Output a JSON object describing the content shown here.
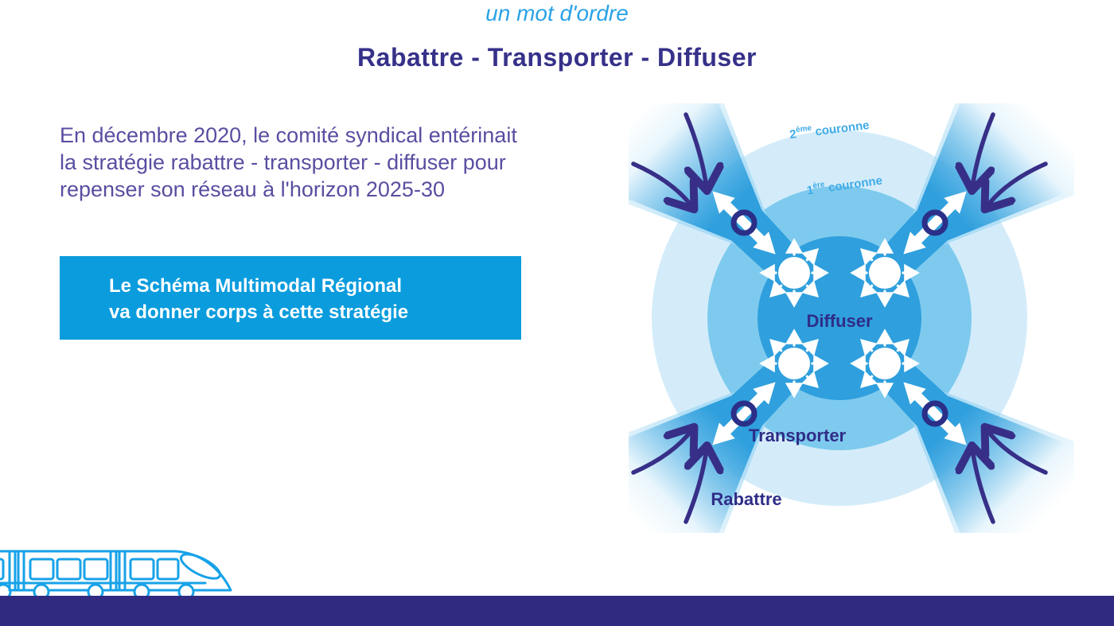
{
  "header": {
    "kicker": "un mot d'ordre",
    "title": "Rabattre - Transporter - Diffuser"
  },
  "intro": {
    "lines": [
      "En décembre 2020, le comité syndical entérinait",
      "la stratégie rabattre - transporter - diffuser pour",
      "repenser son réseau à l'horizon 2025-30"
    ]
  },
  "highlight": {
    "lines": [
      "Le Schéma Multimodal Régional",
      "va donner corps à cette stratégie"
    ]
  },
  "diagram": {
    "labels": {
      "center": "Diffuser",
      "middle": "Transporter",
      "outer": "Rabattre"
    },
    "ring_labels": {
      "second": {
        "num": "2",
        "sup": "ème",
        "word": "couronne"
      },
      "first": {
        "num": "1",
        "sup": "ère",
        "word": "couronne"
      }
    },
    "colors": {
      "ring_outer": "#d4ecfa",
      "ring_middle": "#7ecaee",
      "hub_fill": "#2f9fdd",
      "ring_label": "#41ace6",
      "dark_label": "#2f2d88",
      "arrow_dark": "#372f87"
    }
  },
  "colors": {
    "kicker": "#2aa2e6",
    "title": "#363189",
    "intro_text": "#584ea1",
    "highlight_bg": "#0a9cdd",
    "highlight_text": "#ffffff",
    "footer_bar": "#302a80",
    "train_outline": "#17a2e8"
  }
}
